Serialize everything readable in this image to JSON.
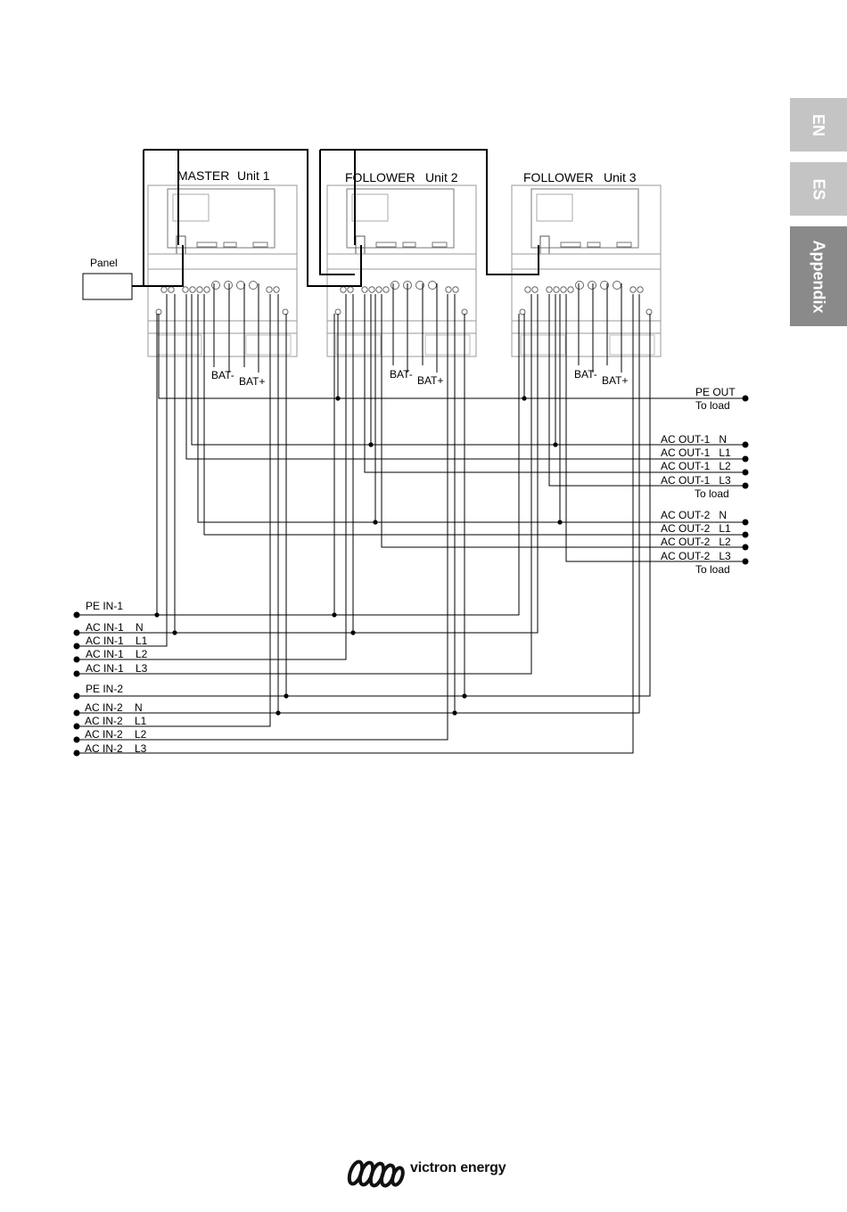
{
  "tabs": {
    "en": "EN",
    "es": "ES",
    "appendix": "Appendix"
  },
  "units": [
    {
      "role": "MASTER",
      "name": "Unit  1"
    },
    {
      "role": "FOLLOWER",
      "name": "Unit 2"
    },
    {
      "role": "FOLLOWER",
      "name": "Unit  3"
    }
  ],
  "panel": "Panel",
  "battery": {
    "neg": "BAT-",
    "pos": "BAT+"
  },
  "outputs": {
    "pe_out": "PE OUT",
    "to_load": "To load",
    "ac_out_1": [
      "AC OUT-1   N",
      "AC OUT-1   L1",
      "AC OUT-1   L2",
      "AC OUT-1   L3"
    ],
    "ac_out_2": [
      "AC OUT-2   N",
      "AC OUT-2   L1",
      "AC OUT-2   L2",
      "AC OUT-2   L3"
    ]
  },
  "inputs": {
    "pe_in_1": "PE IN-1",
    "ac_in_1": [
      "AC IN-1    N",
      "AC IN-1    L1",
      "AC IN-1    L2",
      "AC IN-1    L3"
    ],
    "pe_in_2": "PE IN-2",
    "ac_in_2": [
      "AC IN-2    N",
      "AC IN-2    L1",
      "AC IN-2    L2",
      "AC IN-2    L3"
    ]
  },
  "brand": "victron energy"
}
